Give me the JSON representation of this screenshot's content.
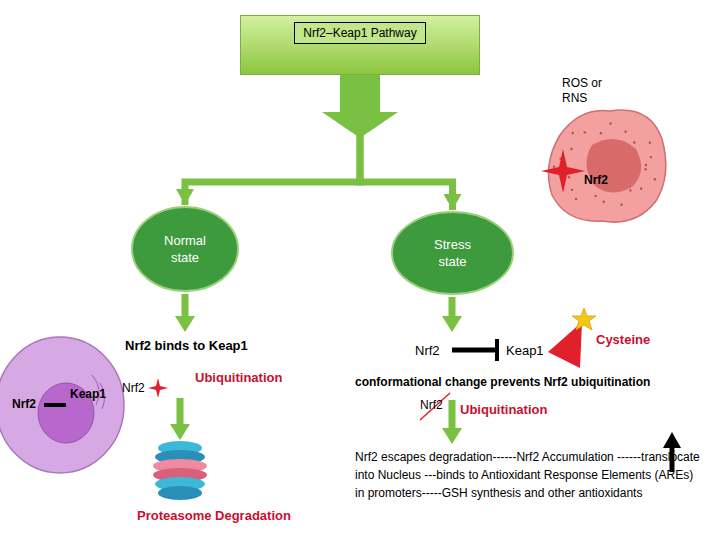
{
  "diagram": {
    "title": "Nrf2–Keap1 Pathway",
    "nodes": [
      {
        "text": [
          "Nrf2–Keap1 Pathway"
        ]
      },
      {
        "text": [
          "Normal state"
        ]
      },
      {
        "text": [
          "Stress state"
        ]
      },
      {
        "text": [
          "Nrf2",
          "Keap1"
        ]
      },
      {
        "text": [
          "Nrf2"
        ]
      }
    ],
    "edges": [
      {
        "from": 0,
        "to": 1,
        "arrow": "to"
      },
      {
        "from": 0,
        "to": 2,
        "arrow": "to"
      }
    ],
    "labels": [
      "ROS or RNS",
      "Nrf2 binds to Keap1",
      "Nrf2",
      "Ubiquitination",
      "Proteasome Degradation",
      "Nrf2",
      "Keap1",
      "Cysteine",
      "conformational change prevents Nrf2 ubiquitination",
      "Nrf2",
      "Ubiquitination",
      "Nrf2 escapes degradation------Nrf2 Accumulation ------translocate into Nucleus ---binds to Antioxidant Response Elements (AREs) in promoters-----GSH synthesis and other antioxidants"
    ]
  }
}
